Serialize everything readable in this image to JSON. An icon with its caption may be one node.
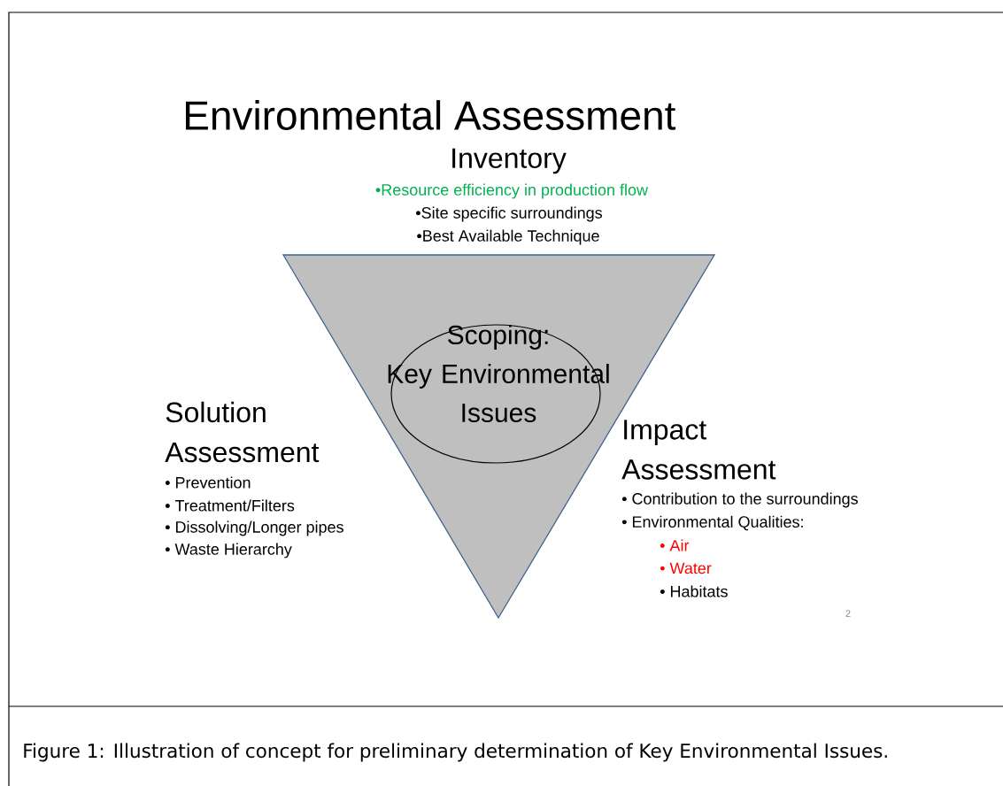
{
  "diagram": {
    "title": "Environmental Assessment",
    "caption": "Figure 1: Illustration of concept for preliminary determination of Key Environmental Issues.",
    "nodes": [
      {
        "text": [],
        "shape": "triangle"
      },
      {
        "text": [
          "Scoping: Key Environmental Issues"
        ],
        "in": 0
      }
    ],
    "labels": [
      "Inventory",
      "•Resource efficiency in production flow",
      "•Site specific surroundings",
      "•Best Available Technique",
      "Solution Assessment",
      "• Prevention",
      "• Treatment/Filters",
      "• Dissolving/Longer pipes",
      "• Waste Hierarchy",
      "Impact Assessment",
      "• Contribution to the surroundings",
      "• Environmental Qualities:",
      "• Air",
      "• Water",
      "• Habitats",
      "2"
    ]
  }
}
